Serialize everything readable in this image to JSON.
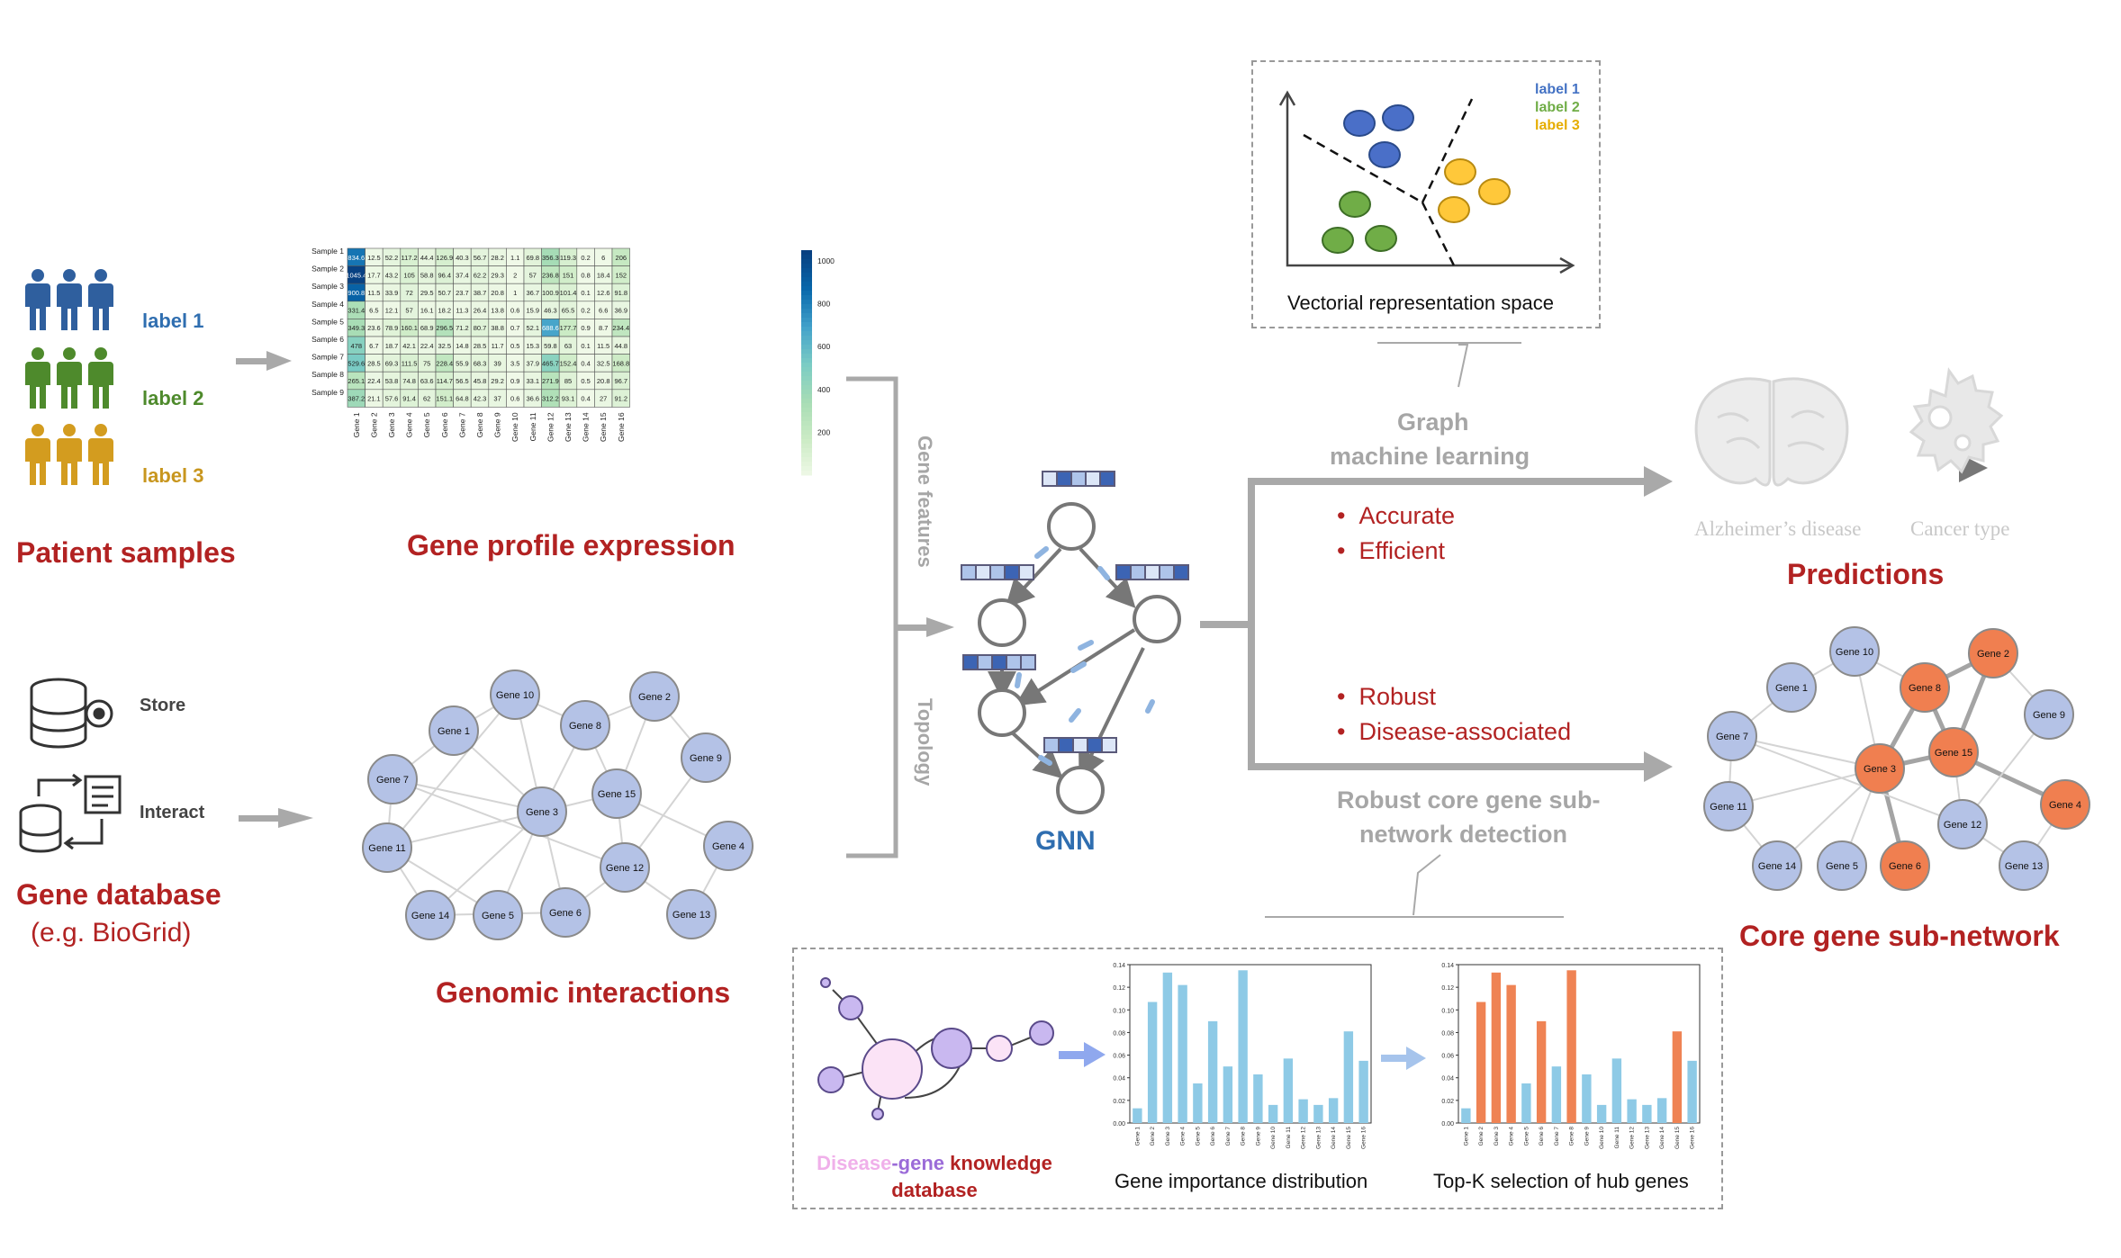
{
  "patients": {
    "labels": [
      "label 1",
      "label 2",
      "label 3"
    ],
    "colors": [
      "#2f5f9e",
      "#4e8a2c",
      "#d39c1f"
    ],
    "title": "Patient samples"
  },
  "expression": {
    "title": "Gene profile expression",
    "samples": [
      "Sample 1",
      "Sample 2",
      "Sample 3",
      "Sample 4",
      "Sample 5",
      "Sample 6",
      "Sample 7",
      "Sample 8",
      "Sample 9"
    ],
    "genes": [
      "Gene 1",
      "Gene 2",
      "Gene 3",
      "Gene 4",
      "Gene 5",
      "Gene 6",
      "Gene 7",
      "Gene 8",
      "Gene 9",
      "Gene 10",
      "Gene 11",
      "Gene 12",
      "Gene 13",
      "Gene 14",
      "Gene 15",
      "Gene 16"
    ],
    "values": [
      [
        834.6,
        12.5,
        52.2,
        117.2,
        44.4,
        126.9,
        40.3,
        56.7,
        28.2,
        1.1,
        69.8,
        356.3,
        119.3,
        0.2,
        6.0,
        206.0
      ],
      [
        1045.4,
        17.7,
        43.2,
        105.0,
        58.8,
        96.4,
        37.4,
        62.2,
        29.3,
        2.0,
        57.0,
        236.8,
        151.0,
        0.8,
        18.4,
        152.0
      ],
      [
        900.8,
        11.5,
        33.9,
        72.0,
        29.5,
        50.7,
        23.7,
        38.7,
        20.8,
        1.0,
        36.7,
        100.9,
        101.4,
        0.1,
        12.6,
        91.8
      ],
      [
        331.4,
        6.5,
        12.1,
        57.0,
        16.1,
        18.2,
        11.3,
        26.4,
        13.8,
        0.6,
        15.9,
        46.3,
        65.5,
        0.2,
        6.6,
        36.9
      ],
      [
        349.3,
        23.6,
        78.9,
        160.1,
        68.9,
        296.5,
        71.2,
        80.7,
        38.8,
        0.7,
        52.1,
        688.6,
        177.7,
        0.9,
        8.7,
        234.4
      ],
      [
        478.0,
        6.7,
        18.7,
        42.1,
        22.4,
        32.5,
        14.8,
        28.5,
        11.7,
        0.5,
        15.3,
        59.8,
        63.0,
        0.1,
        11.5,
        44.8
      ],
      [
        529.6,
        28.5,
        69.3,
        111.5,
        75.0,
        228.4,
        55.9,
        68.3,
        39.0,
        3.5,
        37.9,
        465.7,
        152.4,
        0.4,
        32.5,
        168.8
      ],
      [
        265.1,
        22.4,
        53.8,
        74.8,
        63.6,
        114.7,
        56.5,
        45.8,
        29.2,
        0.9,
        33.1,
        271.9,
        85.0,
        0.5,
        20.8,
        96.7
      ],
      [
        387.2,
        21.1,
        57.6,
        91.4,
        62.0,
        151.1,
        64.8,
        42.3,
        37.0,
        0.6,
        36.6,
        312.2,
        93.1,
        0.4,
        27.0,
        91.2
      ]
    ],
    "colorbar_ticks": [
      "1000",
      "800",
      "600",
      "400",
      "200"
    ]
  },
  "gene_db": {
    "store_label": "Store",
    "interact_label": "Interact",
    "title": "Gene database",
    "subtitle": "(e.g. BioGrid)"
  },
  "genomic_interactions": {
    "title": "Genomic interactions",
    "nodes": [
      "Gene 10",
      "Gene 1",
      "Gene 8",
      "Gene 2",
      "Gene 9",
      "Gene 7",
      "Gene 15",
      "Gene 3",
      "Gene 11",
      "Gene 12",
      "Gene 4",
      "Gene 14",
      "Gene 5",
      "Gene 6",
      "Gene 13"
    ]
  },
  "gnn": {
    "gene_features_label": "Gene features",
    "topology_label": "Topology",
    "title": "GNN"
  },
  "upper_branch": {
    "title_line1": "Graph",
    "title_line2": "machine learning",
    "bullets": [
      "Accurate",
      "Efficient"
    ]
  },
  "lower_branch": {
    "bullets": [
      "Robust",
      "Disease-associated"
    ],
    "title_line1": "Robust core gene sub-",
    "title_line2": "network detection"
  },
  "vector_space": {
    "legend": [
      "label 1",
      "label 2",
      "label 3"
    ],
    "legend_colors": [
      "#4472c4",
      "#70ad47",
      "#ffc000"
    ],
    "caption": "Vectorial representation space"
  },
  "predictions": {
    "items": [
      "Alzheimer’s disease",
      "Cancer type"
    ],
    "title": "Predictions"
  },
  "core_network": {
    "title": "Core gene sub-network",
    "nodes": [
      "Gene 10",
      "Gene 1",
      "Gene 8",
      "Gene 2",
      "Gene 9",
      "Gene 7",
      "Gene 15",
      "Gene 3",
      "Gene 11",
      "Gene 12",
      "Gene 4",
      "Gene 14",
      "Gene 5",
      "Gene 6",
      "Gene 13"
    ],
    "highlighted": [
      "Gene 8",
      "Gene 2",
      "Gene 15",
      "Gene 3",
      "Gene 4",
      "Gene 6"
    ],
    "colors": {
      "normal": "#b4c2e6",
      "highlight": "#f07f50"
    }
  },
  "bottom_panel": {
    "kb_word1": "Disease",
    "kb_dash": "-",
    "kb_word2": "gene",
    "kb_word3": " knowledge",
    "kb_line2": "database",
    "kb_colors": [
      "#f0b0ea",
      "#9b6bd8",
      "#b22222"
    ],
    "dist_caption": "Gene importance distribution",
    "topk_caption": "Top-K selection of hub genes"
  },
  "chart_data": [
    {
      "type": "bar",
      "categories": [
        "Gene 1",
        "Gene 2",
        "Gene 3",
        "Gene 4",
        "Gene 5",
        "Gene 6",
        "Gene 7",
        "Gene 8",
        "Gene 9",
        "Gene 10",
        "Gene 11",
        "Gene 12",
        "Gene 13",
        "Gene 14",
        "Gene 15",
        "Gene 16"
      ],
      "values": [
        0.013,
        0.107,
        0.133,
        0.122,
        0.035,
        0.09,
        0.05,
        0.135,
        0.043,
        0.016,
        0.057,
        0.021,
        0.016,
        0.022,
        0.081,
        0.055
      ],
      "ylim": [
        0,
        0.14
      ],
      "yticks": [
        "0.00",
        "0.02",
        "0.04",
        "0.06",
        "0.08",
        "0.10",
        "0.12",
        "0.14"
      ],
      "color": "#8ecae6"
    },
    {
      "type": "bar",
      "categories": [
        "Gene 1",
        "Gene 2",
        "Gene 3",
        "Gene 4",
        "Gene 5",
        "Gene 6",
        "Gene 7",
        "Gene 8",
        "Gene 9",
        "Gene 10",
        "Gene 11",
        "Gene 12",
        "Gene 13",
        "Gene 14",
        "Gene 15",
        "Gene 16"
      ],
      "values": [
        0.013,
        0.107,
        0.133,
        0.122,
        0.035,
        0.09,
        0.05,
        0.135,
        0.043,
        0.016,
        0.057,
        0.021,
        0.016,
        0.022,
        0.081,
        0.055
      ],
      "ylim": [
        0,
        0.14
      ],
      "yticks": [
        "0.00",
        "0.02",
        "0.04",
        "0.06",
        "0.08",
        "0.10",
        "0.12",
        "0.14"
      ],
      "highlighted": [
        "Gene 2",
        "Gene 3",
        "Gene 4",
        "Gene 6",
        "Gene 8",
        "Gene 15"
      ],
      "color": "#8ecae6",
      "highlight_color": "#ef8354"
    }
  ]
}
